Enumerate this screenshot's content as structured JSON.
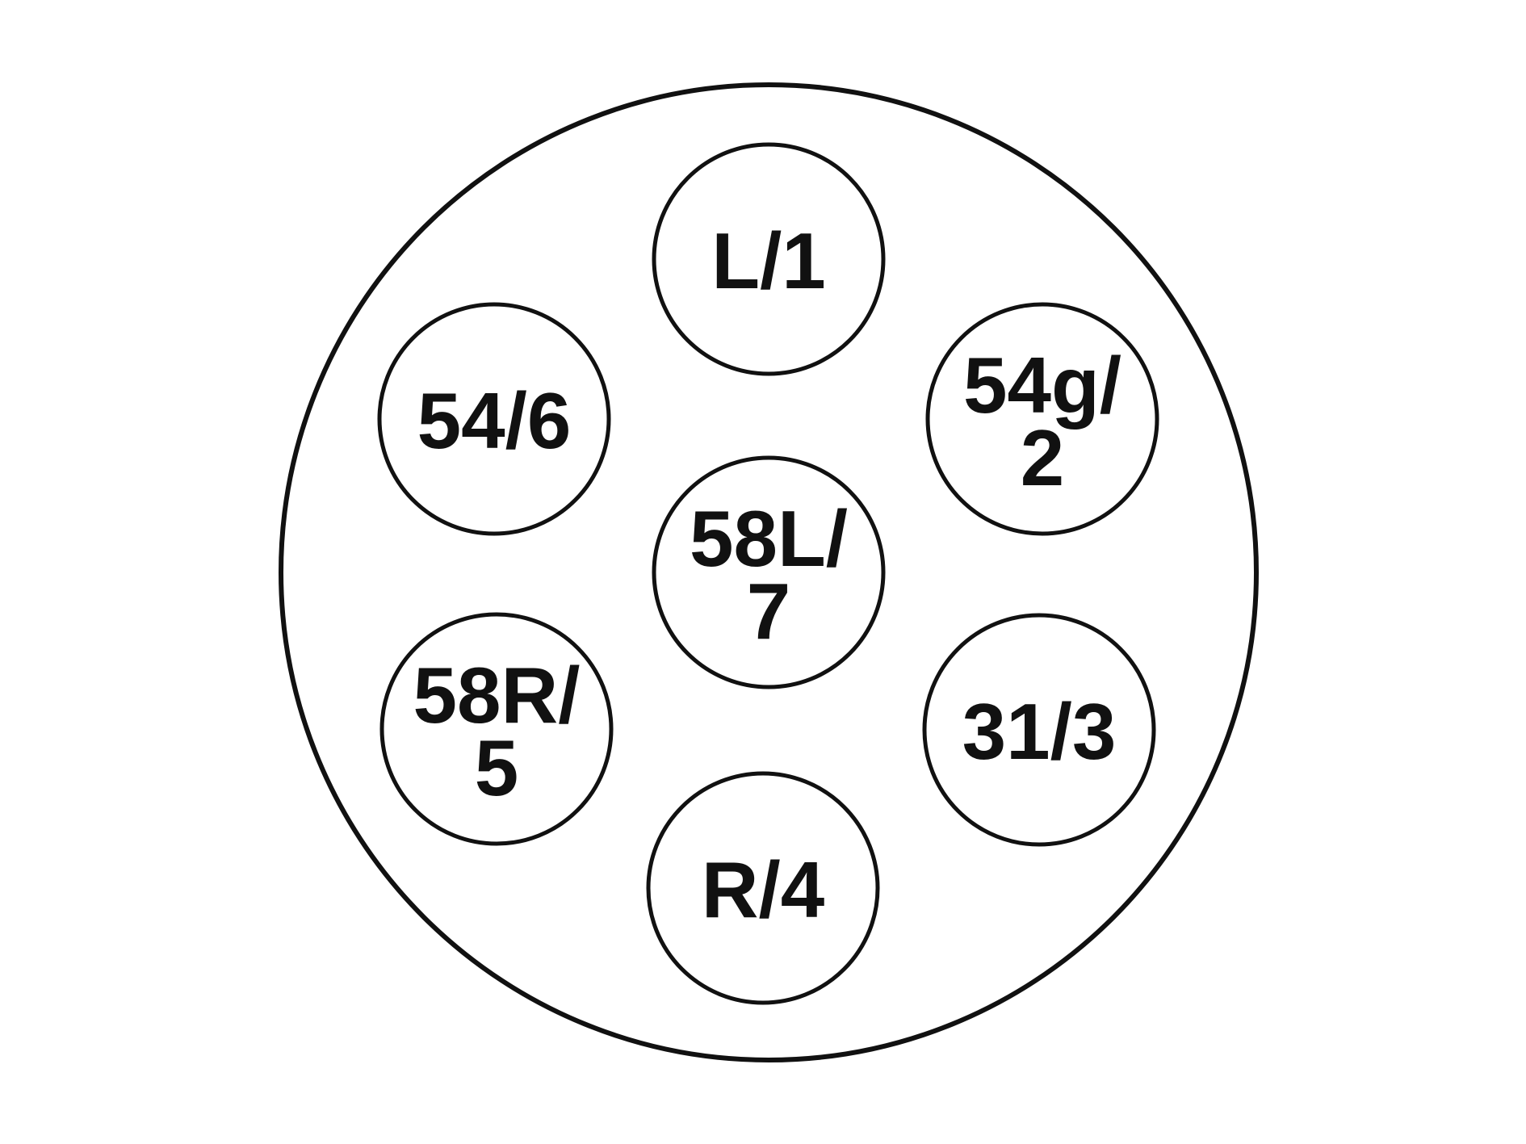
{
  "diagram": {
    "type": "7-pin trailer connector pinout",
    "pins": [
      {
        "id": "pin-1",
        "line1": "L/1",
        "line2": ""
      },
      {
        "id": "pin-6",
        "line1": "54/6",
        "line2": ""
      },
      {
        "id": "pin-2",
        "line1": "54g/",
        "line2": "2"
      },
      {
        "id": "pin-7",
        "line1": "58L/",
        "line2": "7"
      },
      {
        "id": "pin-5",
        "line1": "58R/",
        "line2": "5"
      },
      {
        "id": "pin-3",
        "line1": "31/3",
        "line2": ""
      },
      {
        "id": "pin-4",
        "line1": "R/4",
        "line2": ""
      }
    ],
    "stroke_color": "#111111",
    "background": "#ffffff"
  }
}
